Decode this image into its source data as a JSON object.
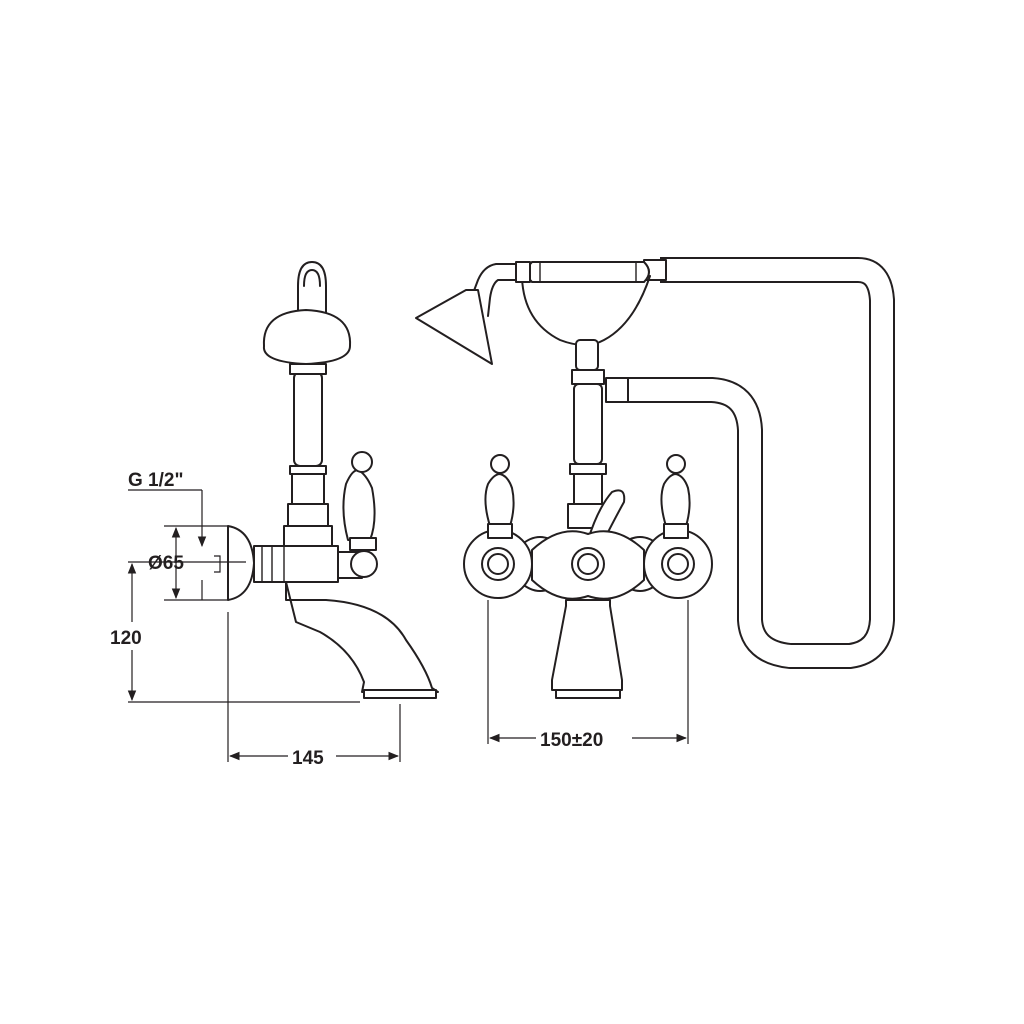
{
  "dimensions": {
    "thread": "G 1/2\"",
    "diameter": "Ø65",
    "height": "120",
    "spout_reach": "145",
    "centres": "150±20"
  },
  "colors": {
    "line": "#231f20",
    "background": "#ffffff"
  }
}
